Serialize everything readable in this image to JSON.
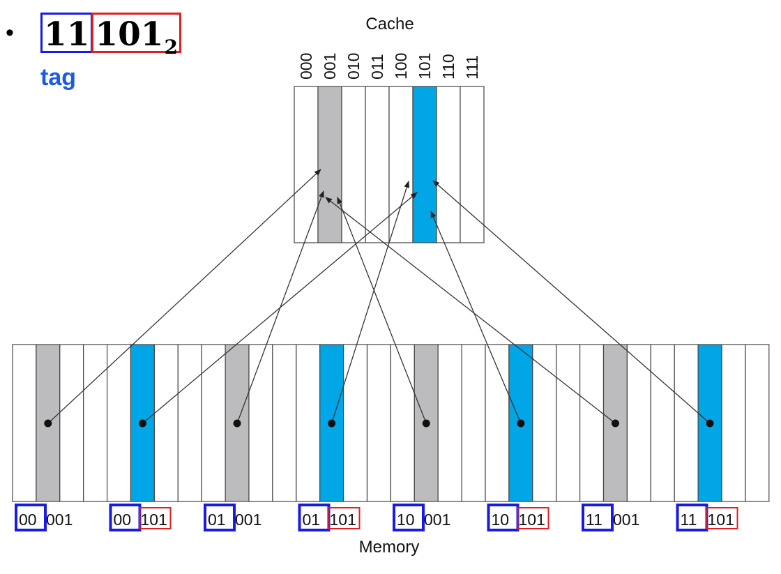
{
  "header": {
    "bullet": "•",
    "address_tag": "11",
    "address_index": "101",
    "address_base": "2",
    "tag_label": "tag"
  },
  "cache": {
    "title": "Cache",
    "slots": [
      "000",
      "001",
      "010",
      "011",
      "100",
      "101",
      "110",
      "111"
    ],
    "highlight_gray_slot": 1,
    "highlight_blue_slot": 5
  },
  "memory": {
    "title": "Memory",
    "highlight_gray_blocks": [
      1,
      9,
      17,
      25
    ],
    "highlight_blue_blocks": [
      5,
      13,
      21,
      29
    ],
    "addresses": [
      {
        "tag": "00",
        "rest": "001",
        "index_boxed": false
      },
      {
        "tag": "00",
        "rest": "101",
        "index_boxed": true
      },
      {
        "tag": "01",
        "rest": "001",
        "index_boxed": false
      },
      {
        "tag": "01",
        "rest": "101",
        "index_boxed": true
      },
      {
        "tag": "10",
        "rest": "001",
        "index_boxed": false
      },
      {
        "tag": "10",
        "rest": "101",
        "index_boxed": true
      },
      {
        "tag": "11",
        "rest": "001",
        "index_boxed": false
      },
      {
        "tag": "11",
        "rest": "101",
        "index_boxed": true
      }
    ]
  },
  "colors": {
    "gray_block": "#bcbcbe",
    "blue_block": "#00a6e6",
    "tag_box": "#1a1ae6",
    "index_box": "#e02020",
    "tag_text": "#1a5ce6"
  }
}
